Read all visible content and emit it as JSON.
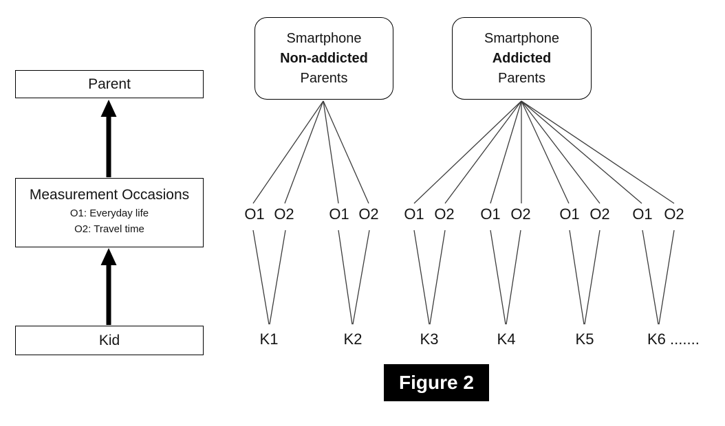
{
  "caption": "Figure 2",
  "left_flow": {
    "parent_label": "Parent",
    "measurement": {
      "title": "Measurement Occasions",
      "line1": "O1: Everyday life",
      "line2": "O2: Travel time"
    },
    "kid_label": "Kid"
  },
  "groups": [
    {
      "line1": "Smartphone",
      "line2": "Non-addicted",
      "line3": "Parents"
    },
    {
      "line1": "Smartphone",
      "line2": "Addicted",
      "line3": "Parents"
    }
  ],
  "occasions": [
    "O1",
    "O2",
    "O1",
    "O2",
    "O1",
    "O2",
    "O1",
    "O2",
    "O1",
    "O2",
    "O1",
    "O2"
  ],
  "kids": [
    "K1",
    "K2",
    "K3",
    "K4",
    "K5",
    "K6 ......."
  ],
  "colors": {
    "connector_line": "#3c3c3c",
    "box_border": "#000000",
    "text": "#141414",
    "arrow": "#000000",
    "caption_bg": "#000000",
    "caption_text": "#ffffff"
  }
}
